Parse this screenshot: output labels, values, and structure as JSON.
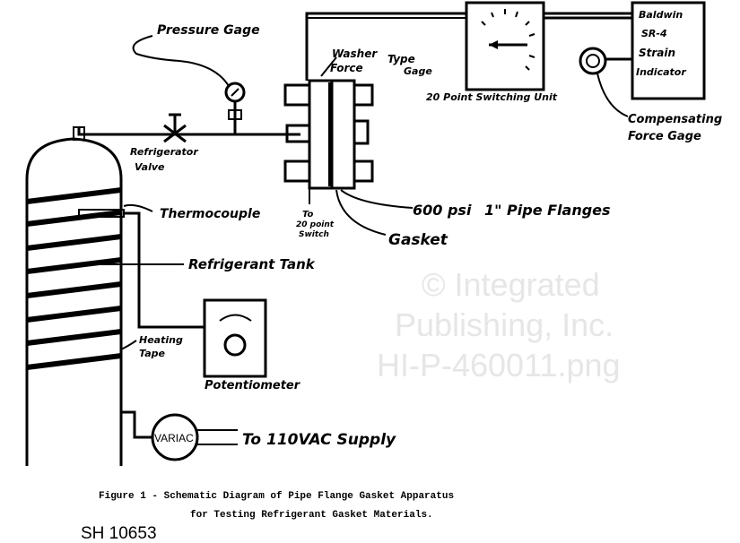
{
  "watermark": [
    "© Integrated",
    "Publishing, Inc.",
    "HI-P-460011.png"
  ],
  "labels": {
    "pressure_gage": "Pressure Gage",
    "washer": "Washer",
    "type": "Type",
    "force": "Force",
    "gage": "Gage",
    "switching_unit": "20 Point Switching Unit",
    "baldwin": "Baldwin",
    "sr4": "SR-4",
    "strain": "Strain",
    "indicator": "Indicator",
    "compensating": "Compensating",
    "force_gage": "Force Gage",
    "refrigerator": "Refrigerator",
    "valve": "Valve",
    "thermocouple": "Thermocouple",
    "to": "To",
    "twenty_point": "20 point",
    "switch": "Switch",
    "psi": "600 psi",
    "pipe_flanges": "1\" Pipe Flanges",
    "gasket": "Gasket",
    "refrigerant_tank": "Refrigerant Tank",
    "heating": "Heating",
    "tape": "Tape",
    "potentiometer": "Potentiometer",
    "variac": "VARIAC",
    "supply": "To 110VAC Supply"
  },
  "caption": {
    "line1": "Figure 1 - Schematic Diagram of Pipe Flange Gasket Apparatus",
    "line2": "for Testing Refrigerant Gasket Materials."
  },
  "id_mark": "SH 10653"
}
